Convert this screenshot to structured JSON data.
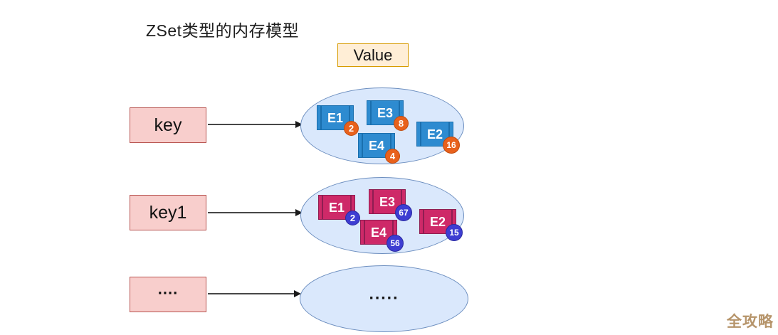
{
  "title": "ZSet类型的内存模型",
  "value_label": "Value",
  "watermark": "全攻略",
  "colors": {
    "ellipse_fill": "#dae8fc",
    "ellipse_stroke": "#6c8ebf",
    "key_box_fill": "#f8cecc",
    "key_box_stroke": "#b85450",
    "value_box_fill": "#ffeed6",
    "value_box_stroke": "#d79b00",
    "element_blue_fill": "#2e8bd0",
    "element_blue_stroke": "#1a6fae",
    "score_badge_orange": "#e8611c",
    "element_pink_fill": "#ce2968",
    "element_pink_stroke": "#8f1d52",
    "score_badge_blue": "#3d3dd2",
    "arrow_color": "#474747",
    "watermark_color": "#b6946a"
  },
  "rows": [
    {
      "key": "key",
      "elements": [
        {
          "label": "E1",
          "score": "2"
        },
        {
          "label": "E3",
          "score": "8"
        },
        {
          "label": "E2",
          "score": "16"
        },
        {
          "label": "E4",
          "score": "4"
        }
      ]
    },
    {
      "key": "key1",
      "elements": [
        {
          "label": "E1",
          "score": "2"
        },
        {
          "label": "E3",
          "score": "67"
        },
        {
          "label": "E2",
          "score": "15"
        },
        {
          "label": "E4",
          "score": "56"
        }
      ]
    },
    {
      "key": "....",
      "ellipsis": "....."
    }
  ]
}
